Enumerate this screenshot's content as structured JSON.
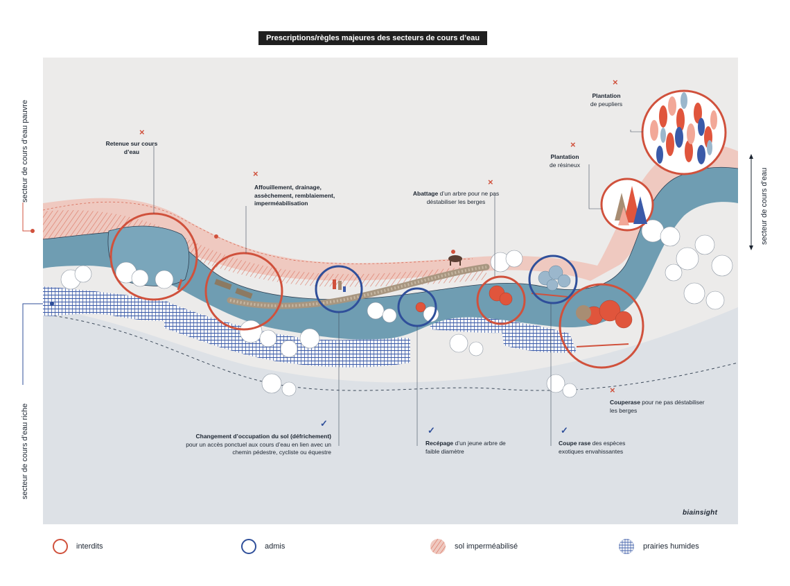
{
  "title": "Prescriptions/règles majeures des secteurs de cours d’eau",
  "side_labels": {
    "poor": "secteur de cours d’eau pauvre",
    "rich": "secteur de cours d’eau riche",
    "water": "secteur de cours d’eau"
  },
  "annotations": {
    "retenue": {
      "bold": "Retenue sur cours d’eau",
      "text": "",
      "status": "interdit"
    },
    "affouillement": {
      "bold": "Affouillement, drainage, assèchement, remblaiement, imperméabilisation",
      "text": "",
      "status": "interdit"
    },
    "abattage": {
      "bold": "Abattage",
      "text": " d’un arbre pour ne pas déstabiliser les berges",
      "status": "interdit"
    },
    "peupliers": {
      "bold": "Plantation",
      "text": "de peupliers",
      "status": "interdit"
    },
    "resineux": {
      "bold": "Plantation",
      "text": "de résineux",
      "status": "interdit"
    },
    "changement": {
      "bold": "Changement d’occupation du sol (défrichement)",
      "text": "pour un accès ponctuel aux cours d’eau en lien avec un chemin pédestre, cycliste ou équestre",
      "status": "admis"
    },
    "recepage": {
      "bold": "Recépage",
      "text": " d’un jeune arbre de faible diamètre",
      "status": "admis"
    },
    "coupe": {
      "bold": "Coupe rase",
      "text": " des espèces exotiques envahissantes",
      "status": "admis"
    },
    "couperase": {
      "bold": "Couperase",
      "text": " pour ne pas déstabiliser les berges",
      "status": "interdit"
    }
  },
  "marks": {
    "forbidden": "×",
    "allowed": "✓"
  },
  "legend": [
    {
      "label": "interdits",
      "kind": "circle-red"
    },
    {
      "label": "admis",
      "kind": "circle-blue"
    },
    {
      "label": "sol imperméabilisé",
      "kind": "hatch-red"
    },
    {
      "label": "prairies humides",
      "kind": "hatch-blue"
    }
  ],
  "logo": "biainsight",
  "colors": {
    "forbidden": "#d0513c",
    "allowed": "#2f4f9a",
    "water": "#6f9db2",
    "background": "#ecebea",
    "impermeable_fill": "#efc9c0"
  }
}
